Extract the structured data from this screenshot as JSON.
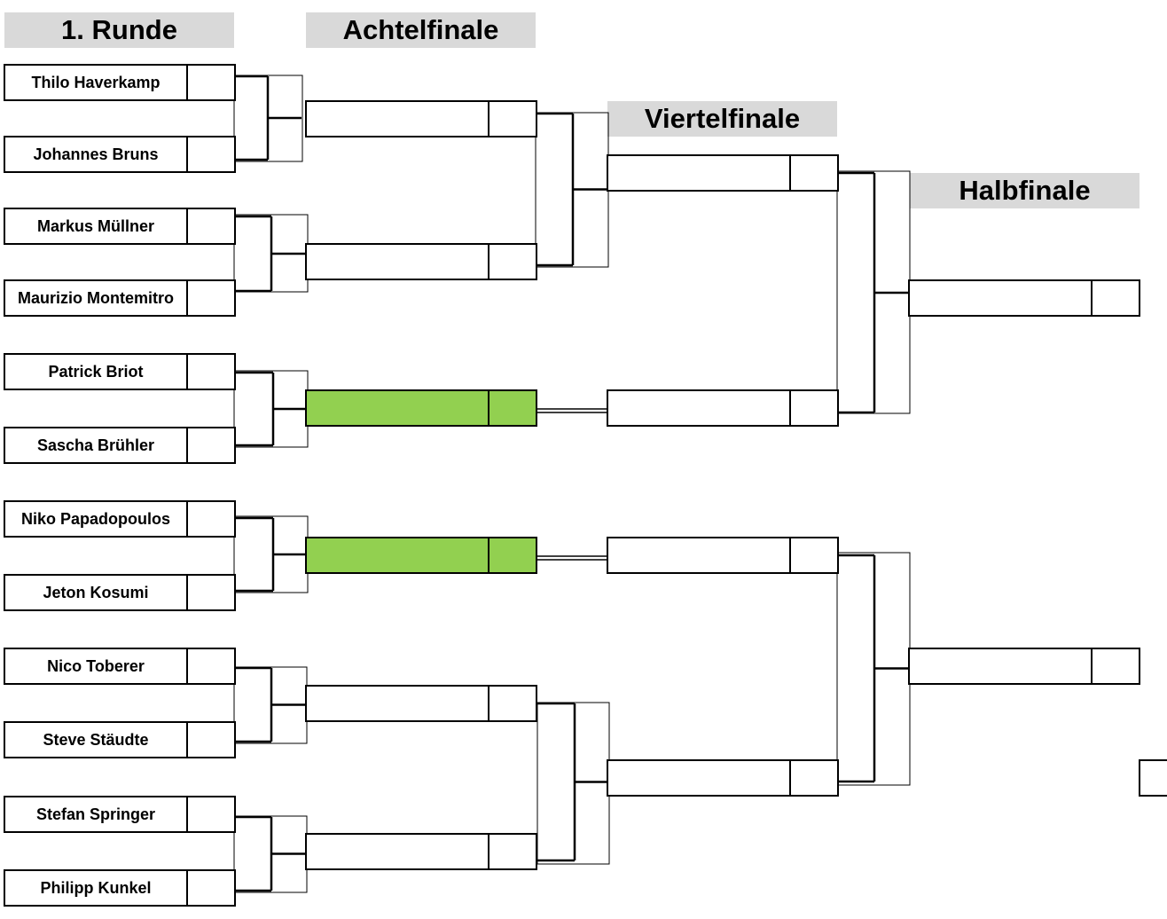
{
  "headers": {
    "round1": "1. Runde",
    "round16": "Achtelfinale",
    "quarter": "Viertelfinale",
    "semi": "Halbfinale"
  },
  "round1": [
    "Thilo Haverkamp",
    "Johannes Bruns",
    "Markus Müllner",
    "Maurizio Montemitro",
    "Patrick Briot",
    "Sascha Brühler",
    "Niko Papadopoulos",
    "Jeton Kosumi",
    "Nico Toberer",
    "Steve Stäudte",
    "Stefan Springer",
    "Philipp Kunkel"
  ],
  "achtelfinale_filled": [
    false,
    false,
    true,
    true,
    false,
    false
  ],
  "colors": {
    "advanced": "#92d050",
    "header": "#d9d9d9"
  }
}
